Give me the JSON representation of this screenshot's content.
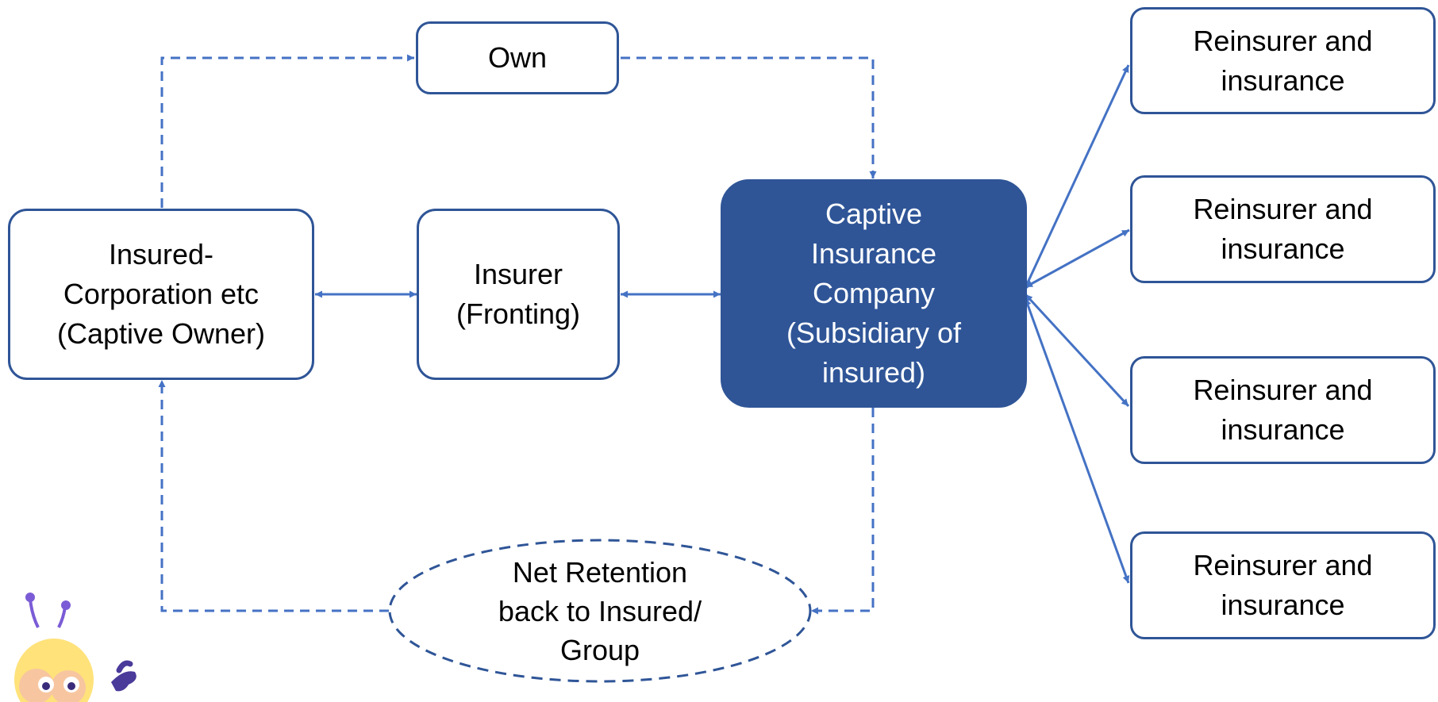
{
  "nodes": {
    "own": "Own",
    "insured_owner": "Insured-\nCorporation etc\n(Captive Owner)",
    "fronting_insurer": "Insurer\n(Fronting)",
    "captive_company": "Captive\nInsurance\nCompany\n(Subsidiary of\ninsured)",
    "net_retention": "Net Retention\nback to Insured/\nGroup",
    "reinsurers": [
      "Reinsurer and\ninsurance",
      "Reinsurer and\ninsurance",
      "Reinsurer and\ninsurance",
      "Reinsurer and\ninsurance"
    ]
  },
  "colors": {
    "accent": "#2f5597",
    "connector": "#4472c4",
    "text_dark": "#000000",
    "text_light": "#ffffff"
  }
}
